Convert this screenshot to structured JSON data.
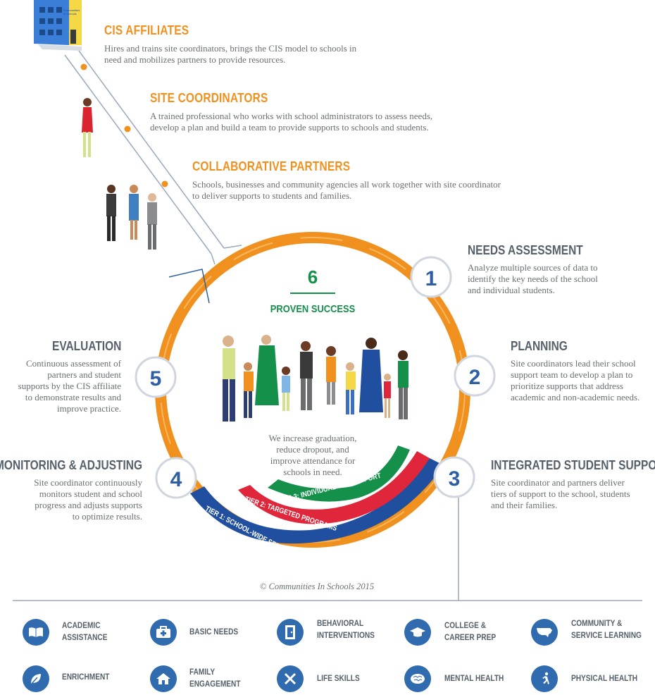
{
  "roles": {
    "affiliates": {
      "title": "CIS AFFILIATES",
      "line1": "Hires and trains site coordinators, brings the CIS model to schools in",
      "line2": "need and mobilizes partners to provide resources."
    },
    "coordinators": {
      "title": "SITE COORDINATORS",
      "line1": "A trained professional who works with school administrators to assess needs,",
      "line2": "develop a plan and build a team to provide supports to schools and students."
    },
    "partners": {
      "title": "COLLABORATIVE PARTNERS",
      "line1": "Schools, businesses and community agencies all work together with site coordinator",
      "line2": "to deliver supports to students and families."
    }
  },
  "building_sign": {
    "line1": "Communities",
    "line2": "In Schools"
  },
  "center": {
    "number": "6",
    "title": "PROVEN SUCCESS",
    "line1": "We increase graduation,",
    "line2": "reduce dropout, and",
    "line3": "improve attendance for",
    "line4": "schools in need."
  },
  "steps": [
    {
      "num": "1",
      "title": "NEEDS ASSESSMENT",
      "lines": [
        "Analyze multiple sources of data to",
        "identify the key needs of the school",
        "and individual students."
      ]
    },
    {
      "num": "2",
      "title": "PLANNING",
      "lines": [
        "Site coordinators lead their school",
        "support team to develop a plan to",
        "prioritize supports that address",
        "academic and non-academic needs."
      ]
    },
    {
      "num": "3",
      "title": "INTEGRATED STUDENT SUPPORTS",
      "lines": [
        "Site coordinator and partners deliver",
        "tiers of support to the school, students",
        "and their families."
      ]
    },
    {
      "num": "4",
      "title": "MONITORING & ADJUSTING",
      "lines": [
        "Site coordinator continuously",
        "monitors student and school",
        "progress and adjusts supports",
        "to optimize results."
      ]
    },
    {
      "num": "5",
      "title": "EVALUATION",
      "lines": [
        "Continuous assessment of",
        "partners and student",
        "supports by the CIS affiliate",
        "to demonstrate results and",
        "improve practice."
      ]
    }
  ],
  "tiers": [
    {
      "label": "TIER 1: SCHOOL-WIDE SERVICES",
      "color": "#1f4f9e"
    },
    {
      "label": "TIER 2: TARGETED PROGRAMS",
      "color": "#e0263b"
    },
    {
      "label": "TIER 3: INDIVIDUALIZED SUPPORT",
      "color": "#15904a"
    }
  ],
  "copyright": "© Communities In Schools 2015",
  "services": [
    {
      "line1": "ACADEMIC",
      "line2": "ASSISTANCE",
      "icon": "book-icon"
    },
    {
      "line1": "BASIC NEEDS",
      "line2": "",
      "icon": "first-aid-kit-icon"
    },
    {
      "line1": "BEHAVIORAL",
      "line2": "INTERVENTIONS",
      "icon": "door-icon"
    },
    {
      "line1": "COLLEGE &",
      "line2": "CAREER PREP",
      "icon": "graduation-cap-icon"
    },
    {
      "line1": "COMMUNITY &",
      "line2": "SERVICE LEARNING",
      "icon": "usa-map-icon"
    },
    {
      "line1": "ENRICHMENT",
      "line2": "",
      "icon": "leaf-icon"
    },
    {
      "line1": "FAMILY",
      "line2": "ENGAGEMENT",
      "icon": "house-icon"
    },
    {
      "line1": "LIFE SKILLS",
      "line2": "",
      "icon": "tools-icon"
    },
    {
      "line1": "MENTAL HEALTH",
      "line2": "",
      "icon": "brain-icon"
    },
    {
      "line1": "PHYSICAL HEALTH",
      "line2": "",
      "icon": "runner-icon"
    }
  ],
  "colors": {
    "orange": "#f0911f",
    "blue": "#2e5fa3",
    "green": "#15904a",
    "grey_text": "#56606b",
    "line": "#9aa9bb"
  }
}
